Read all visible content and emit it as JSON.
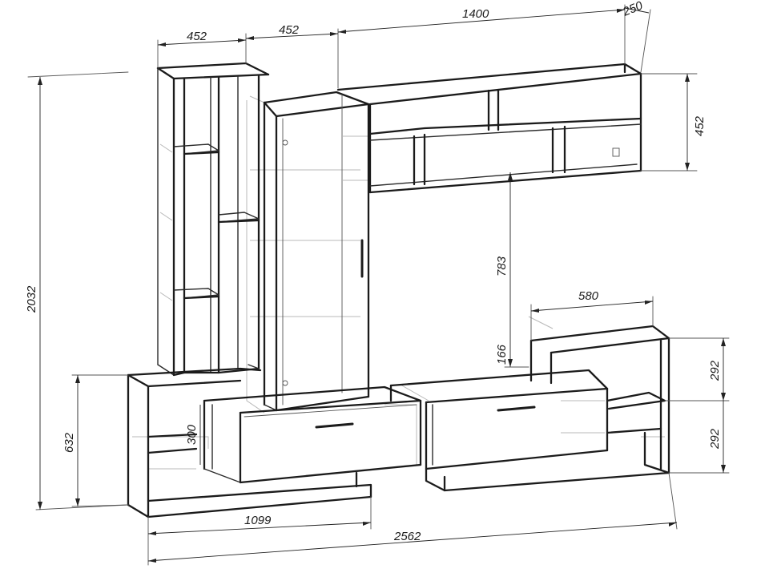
{
  "dimensions": {
    "shelf_tower_width": "452",
    "cabinet_width": "452",
    "wall_shelf_width": "1400",
    "wall_shelf_depth": "250",
    "wall_shelf_height": "452",
    "total_height": "2032",
    "gap_to_wall_shelf": "783",
    "top_shelf_raise": "166",
    "side_shelf_width": "580",
    "side_shelf_upper_height": "292",
    "side_shelf_lower_height": "292",
    "base_height": "632",
    "drawer_height": "300",
    "base_width": "1099",
    "total_width": "2562"
  }
}
